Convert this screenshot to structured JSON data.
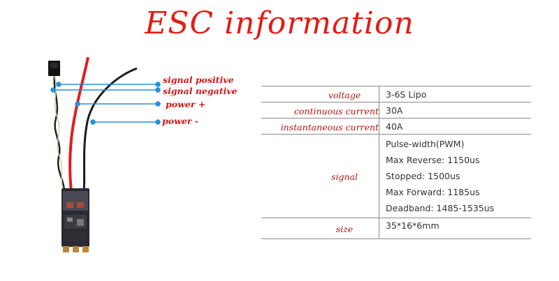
{
  "title": "ESC information",
  "wire_labels": {
    "signal_positive": "signal positive",
    "signal_negative": "signal negative",
    "power_positive": "power +",
    "power_negative": "power -"
  },
  "specs": {
    "voltage": {
      "label": "voltage",
      "value": "3-6S Lipo"
    },
    "continuous_current": {
      "label": "continuous current",
      "value": "30A"
    },
    "instantaneous_current": {
      "label": "instantaneous current",
      "value": "40A"
    },
    "signal": {
      "label": "signal",
      "values": [
        "Pulse-width(PWM)",
        "Max Reverse: 1150us",
        "Stopped: 1500us",
        "Max Forward: 1185us",
        "Deadband: 1485-1535us"
      ]
    },
    "size": {
      "label": "size",
      "value": "35*16*6mm"
    }
  },
  "colors": {
    "title": "#e41b14",
    "labels": "#cc1818",
    "pointer": "#2b8fd6",
    "wire_red": "#e01e1e",
    "wire_black": "#1c1c1c"
  }
}
